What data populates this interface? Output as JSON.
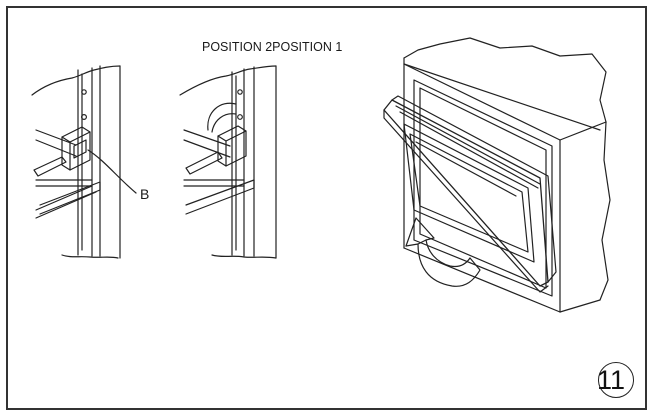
{
  "labels": {
    "positions": "POSITION 2POSITION 1",
    "part_b": "B",
    "figure_number": "11"
  },
  "icons": {
    "left_detail": "hinge-position-2-detail",
    "middle_detail": "hinge-position-1-detail",
    "right_view": "oven-door-removal-view",
    "arrow": "lift-out-arrow"
  },
  "colors": {
    "line": "#222222",
    "frame": "#333333",
    "background": "#ffffff"
  }
}
